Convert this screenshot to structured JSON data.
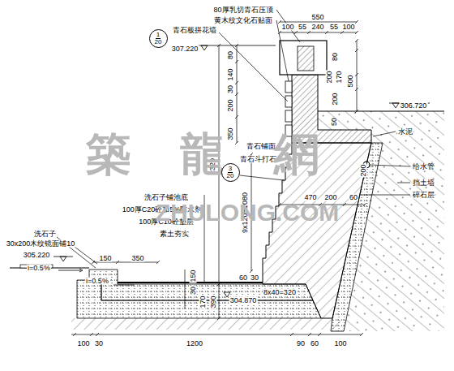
{
  "diagram": {
    "nodes": [
      {
        "text": [
          "1",
          "20"
        ]
      },
      {
        "text": [
          "3",
          "20"
        ]
      }
    ],
    "labels": [
      "80厚乳切青石压顶",
      "黄木纹文化石贴面",
      "青石板拼花墙",
      "307.220",
      "550",
      "100",
      "55",
      "240",
      "55",
      "100",
      "80",
      "200",
      "170",
      "500",
      "200",
      "306.720",
      "50",
      "水泥",
      "80",
      "140",
      "30",
      "200",
      "350",
      "2320",
      "9x120=1080",
      "青石铺面",
      "青石斗打石",
      "470",
      "200",
      "200",
      "60",
      "给水管",
      "挡土墙",
      "碎石层",
      "洗石子铺池底",
      "100厚C20砼加5%防水剂",
      "100厚C10砼垫层",
      "素土夯实",
      "洗石子",
      "30x200木纹镜面铺10",
      "150",
      "350",
      "305.220",
      "i=0.5%",
      "i=0.5%",
      "150",
      "30",
      "170",
      "390",
      "60",
      "30",
      "8x40=320",
      "304.870",
      "100",
      "30",
      "1200",
      "90",
      "60",
      "100",
      "築龍網",
      "ZHULONG.COM"
    ]
  }
}
